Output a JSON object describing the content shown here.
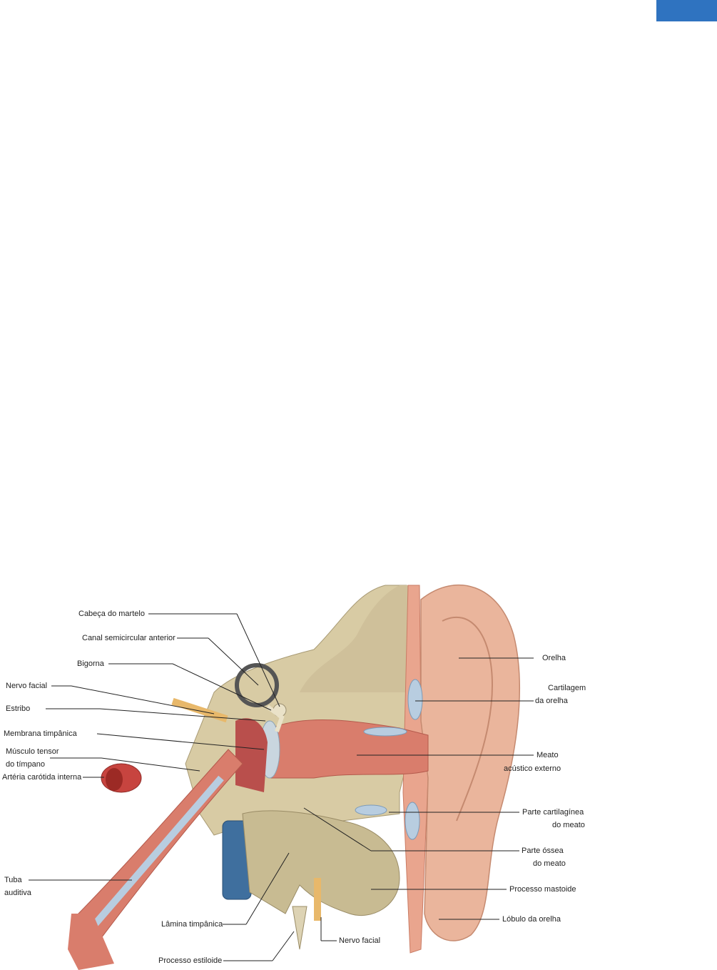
{
  "diagram": {
    "labels": {
      "cabeca_martelo": "Cabeça do martelo",
      "canal_semicircular": "Canal semicircular anterior",
      "bigorna": "Bigorna",
      "nervo_facial_top": "Nervo facial",
      "estribo": "Estribo",
      "membrana_timpanica": "Membrana timpânica",
      "musculo_tensor_1": "Músculo tensor",
      "musculo_tensor_2": "do tímpano",
      "arteria_carotida": "Artéria carótida interna",
      "tuba_1": "Tuba",
      "tuba_2": "auditiva",
      "lamina_timpanica": "Lâmina timpânica",
      "processo_estiloide": "Processo estiloide",
      "nervo_facial_bottom": "Nervo facial",
      "orelha": "Orelha",
      "cartilagem_1": "Cartilagem",
      "cartilagem_2": "da orelha",
      "meato_1": "Meato",
      "meato_2": "acústico externo",
      "parte_cartilaginea_1": "Parte cartilagínea",
      "parte_cartilaginea_2": "do meato",
      "parte_ossea_1": "Parte óssea",
      "parte_ossea_2": "do meato",
      "processo_mastoide": "Processo mastoide",
      "lobulo": "Lóbulo da orelha"
    }
  }
}
